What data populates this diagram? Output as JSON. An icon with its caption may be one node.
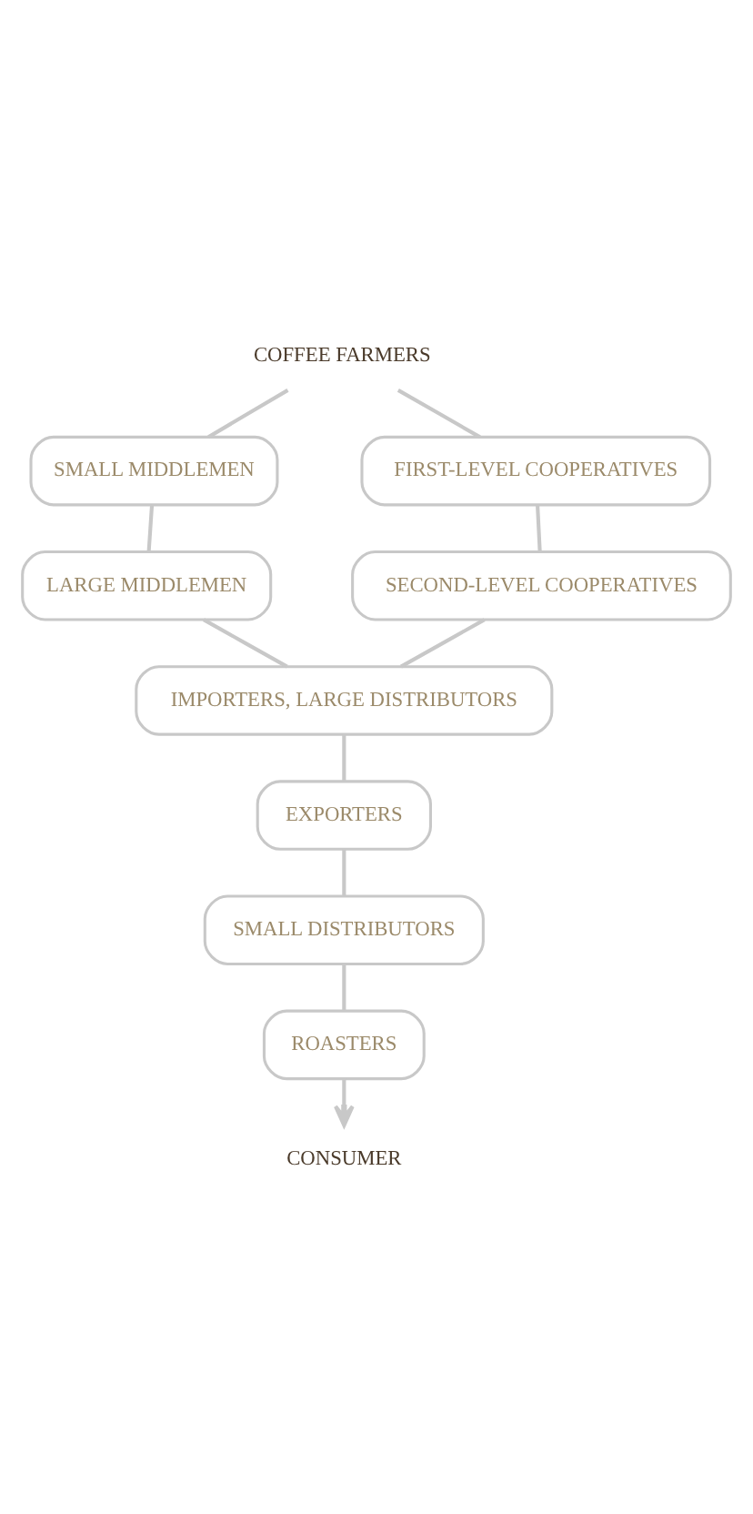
{
  "diagram": {
    "nodes": [
      {
        "text": [
          "COFFEE FARMERS"
        ]
      },
      {
        "text": [
          "SMALL MIDDLEMEN"
        ]
      },
      {
        "text": [
          "LARGE MIDDLEMEN"
        ]
      },
      {
        "text": [
          "FIRST-LEVEL COOPERATIVES"
        ]
      },
      {
        "text": [
          "SECOND-LEVEL COOPERATIVES"
        ]
      },
      {
        "text": [
          "IMPORTERS, LARGE DISTRIBUTORS"
        ]
      },
      {
        "text": [
          "EXPORTERS"
        ]
      },
      {
        "text": [
          "SMALL DISTRIBUTORS"
        ]
      },
      {
        "text": [
          "ROASTERS"
        ]
      },
      {
        "text": [
          "CONSUMER"
        ]
      }
    ],
    "edges": [
      {
        "from": 0,
        "to": 1,
        "arrow": "none"
      },
      {
        "from": 0,
        "to": 3,
        "arrow": "none"
      },
      {
        "from": 1,
        "to": 2,
        "arrow": "none"
      },
      {
        "from": 3,
        "to": 4,
        "arrow": "none"
      },
      {
        "from": 2,
        "to": 5,
        "arrow": "none"
      },
      {
        "from": 4,
        "to": 5,
        "arrow": "none"
      },
      {
        "from": 5,
        "to": 6,
        "arrow": "none"
      },
      {
        "from": 6,
        "to": 7,
        "arrow": "none"
      },
      {
        "from": 7,
        "to": 8,
        "arrow": "none"
      },
      {
        "from": 8,
        "to": 9,
        "arrow": "to"
      }
    ]
  }
}
